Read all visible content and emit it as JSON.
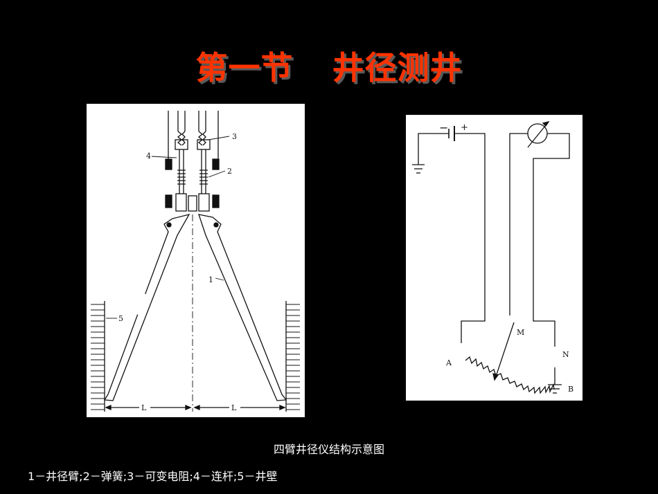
{
  "slide": {
    "title_part1": "第一节",
    "title_part2": "井径测井",
    "caption": "四臂井径仪结构示意图",
    "legend": "1－井径臂;2－弹簧;3－可变电阻;4－连杆;5－井壁"
  },
  "left_diagram": {
    "labels": {
      "n1": "1",
      "n2": "2",
      "n3": "3",
      "n4": "4",
      "n5": "5",
      "L_left": "L",
      "L_right": "L"
    }
  },
  "right_diagram": {
    "labels": {
      "minus": "−",
      "plus": "+",
      "M": "M",
      "A": "A",
      "N": "N",
      "B": "B"
    }
  },
  "colors": {
    "title": "#ff3300",
    "background": "#000000",
    "panel": "#ffffff"
  }
}
